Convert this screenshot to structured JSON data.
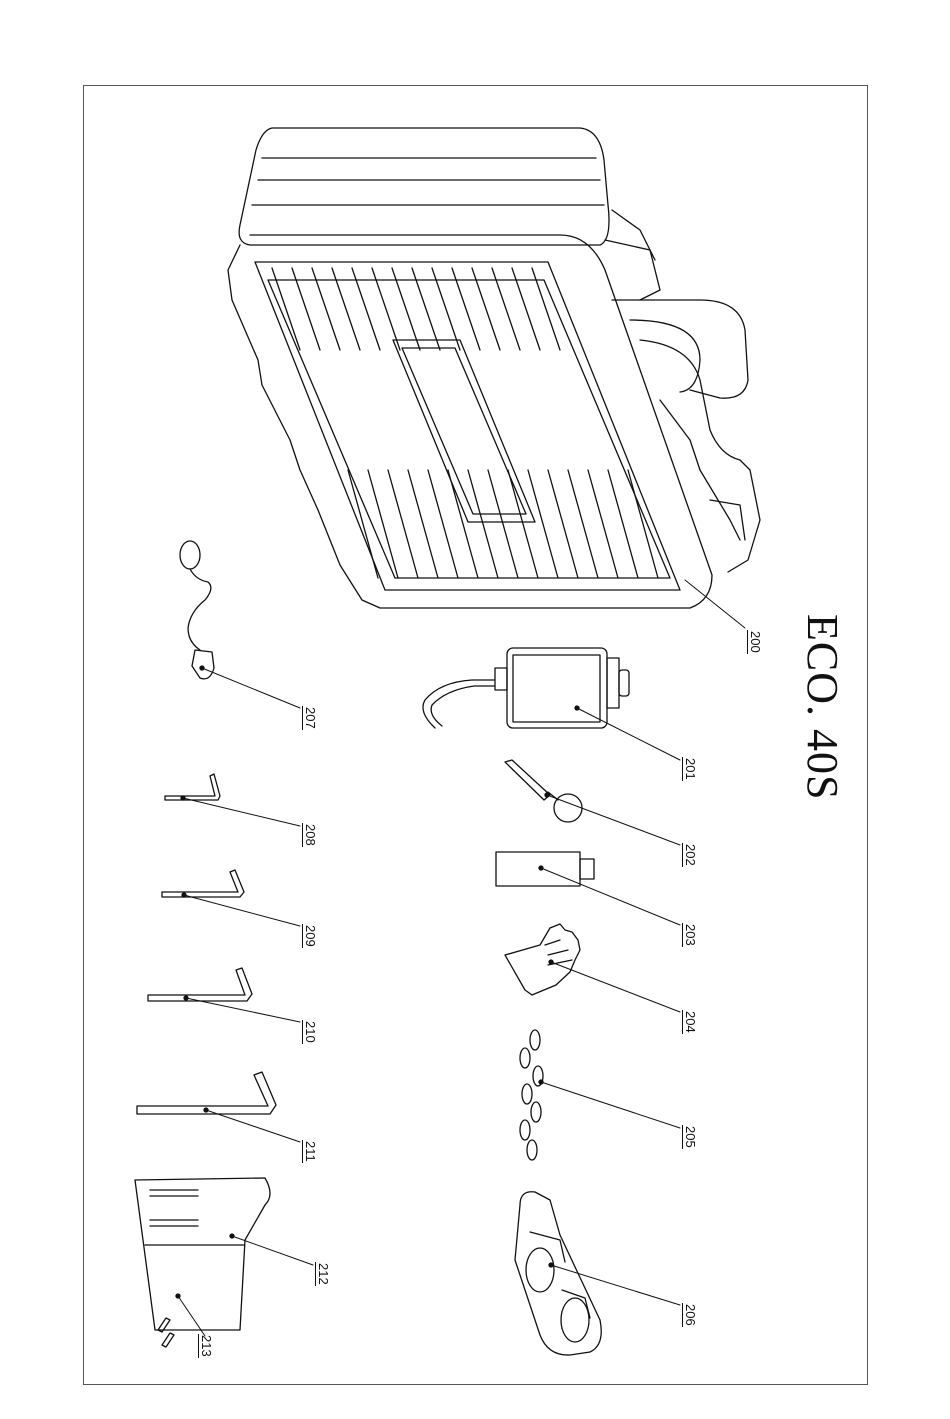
{
  "document": {
    "model": "ECO. 40S",
    "callouts": [
      {
        "id": "p200",
        "label": "200"
      },
      {
        "id": "p201",
        "label": "201"
      },
      {
        "id": "p202",
        "label": "202"
      },
      {
        "id": "p203",
        "label": "203"
      },
      {
        "id": "p204",
        "label": "204"
      },
      {
        "id": "p205",
        "label": "205"
      },
      {
        "id": "p206",
        "label": "206"
      },
      {
        "id": "p207",
        "label": "207"
      },
      {
        "id": "p208",
        "label": "208"
      },
      {
        "id": "p209",
        "label": "209"
      },
      {
        "id": "p210",
        "label": "210"
      },
      {
        "id": "p211",
        "label": "211"
      },
      {
        "id": "p212",
        "label": "212"
      },
      {
        "id": "p213",
        "label": "213"
      }
    ]
  }
}
